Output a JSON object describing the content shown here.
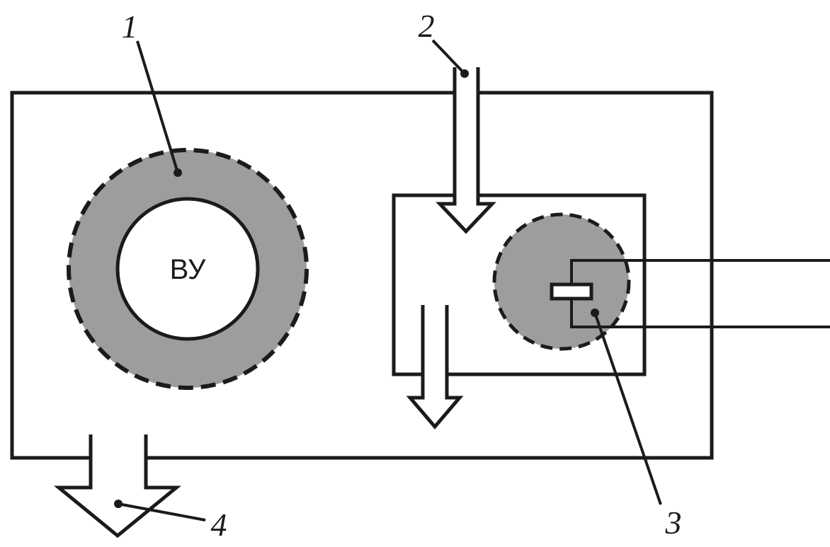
{
  "diagram": {
    "unit_label": "ВУ",
    "callouts": {
      "c1": "1",
      "c2": "2",
      "c3": "3",
      "c4": "4"
    },
    "colors": {
      "line": "#1b1b1b",
      "zone_fill": "#9d9d9d",
      "background": "#ffffff"
    }
  }
}
